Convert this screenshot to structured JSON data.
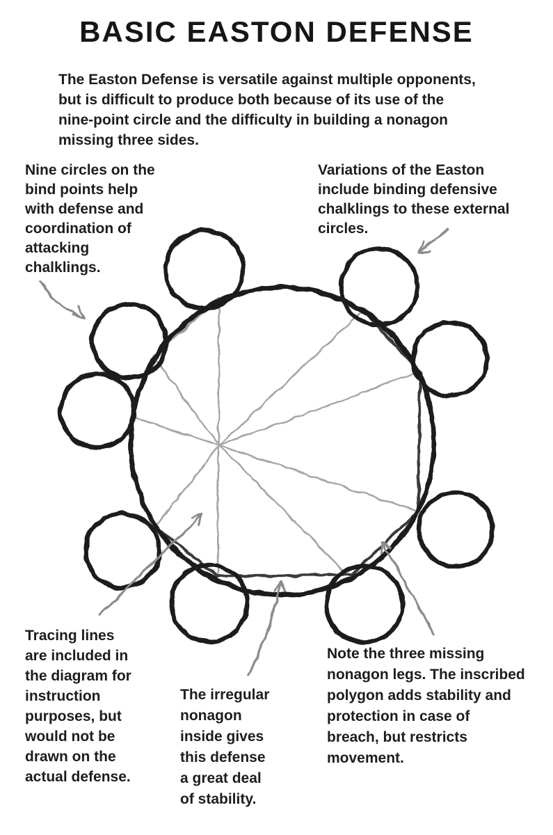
{
  "title": "BASIC EASTON DEFENSE",
  "intro": {
    "lines": [
      "The Easton Defense is versatile against multiple opponents,",
      "but is difficult to produce both because of its use of the",
      "nine-point circle and the difficulty in building a nonagon",
      "missing three sides."
    ]
  },
  "annotations": {
    "nine_circles": {
      "lines": [
        "Nine circles on the",
        "bind points help",
        "with defense and",
        "coordination of",
        "attacking",
        "chalklings."
      ]
    },
    "variations": {
      "lines": [
        "Variations of the Easton",
        "include binding defensive",
        "chalklings to these external",
        "circles."
      ]
    },
    "tracing_lines": {
      "lines": [
        "Tracing lines",
        "are included in",
        "the diagram for",
        "instruction",
        "purposes, but",
        "would not be",
        "drawn on the",
        "actual defense."
      ]
    },
    "irregular_nonagon": {
      "lines": [
        "The irregular",
        "nonagon",
        "inside gives",
        "this defense",
        "a great deal",
        "of stability."
      ]
    },
    "missing_legs": {
      "lines": [
        "Note the three missing",
        "nonagon legs. The inscribed",
        "polygon adds stability and",
        "protection in case of",
        "breach, but restricts",
        "movement."
      ]
    }
  },
  "colors": {
    "background": "#ffffff",
    "ink": "#1e1e1e",
    "nonagon_dark": "#3a3a3a",
    "nonagon_light": "#9b9b9b",
    "tracing": "#a6a6a6",
    "arrow": "#8c8c8c"
  }
}
